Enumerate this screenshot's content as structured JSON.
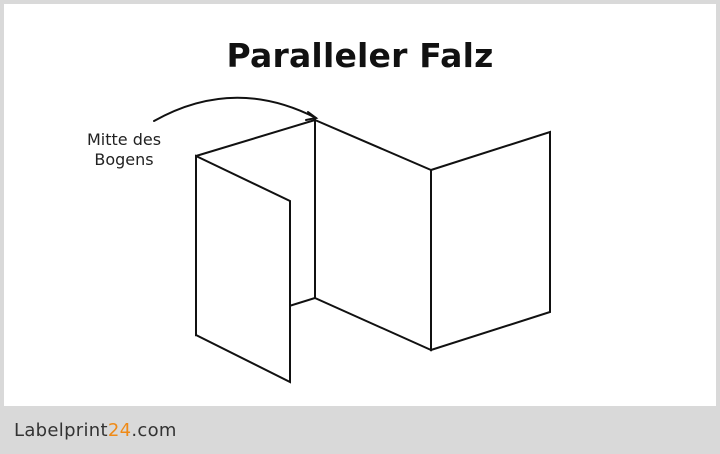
{
  "title": "Paralleler Falz",
  "annotation": {
    "line1": "Mitte des",
    "line2": "Bogens"
  },
  "logo": {
    "part1": "Label",
    "part2": "print",
    "part3": "24",
    "part4": ".com"
  },
  "colors": {
    "title": "#111111",
    "stroke": "#111111",
    "footer_background": "#d9d9d9",
    "frame_border": "#d9d9d9",
    "logo_accent": "#ef8a17",
    "logo_text": "#333333"
  }
}
